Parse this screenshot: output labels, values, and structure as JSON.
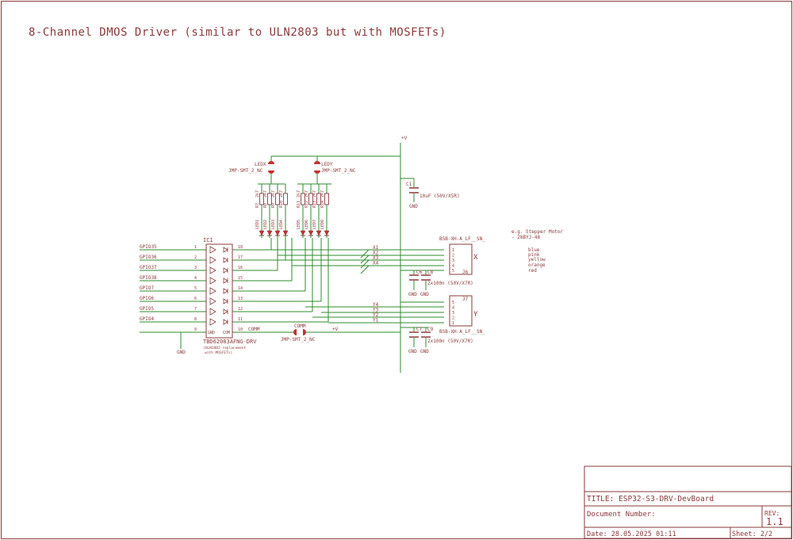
{
  "sheet_title": "8-Channel DMOS Driver (similar to ULN2803 but with MOSFETs)",
  "ic": {
    "ref": "IC1",
    "part": "TBD62083AFNG-DRV",
    "note1": "(ULN2803 replacement",
    "note2": "with MOSFETs)",
    "gnd_pin": "GND",
    "com_pin": "COM"
  },
  "inputs": [
    {
      "net": "GPIO35",
      "pin": "1",
      "out_pin": "18"
    },
    {
      "net": "GPIO36",
      "pin": "2",
      "out_pin": "17"
    },
    {
      "net": "GPIO37",
      "pin": "3",
      "out_pin": "16"
    },
    {
      "net": "GPIO38",
      "pin": "4",
      "out_pin": "15"
    },
    {
      "net": "GPIO7",
      "pin": "5",
      "out_pin": "14"
    },
    {
      "net": "GPIO6",
      "pin": "6",
      "out_pin": "13"
    },
    {
      "net": "GPIO5",
      "pin": "7",
      "out_pin": "12"
    },
    {
      "net": "GPIO4",
      "pin": "8",
      "out_pin": "11"
    }
  ],
  "gnd_pin_num": "9",
  "com_pin_num": "10",
  "gnd_label": "GND",
  "comm_net": "COMM",
  "vplus_label": "+V",
  "jumper_comm": {
    "name": "COMM",
    "part": "JMP-SMT_2_NC"
  },
  "jumper_x": {
    "name": "LEDX",
    "part": "JMP-SMT_2_NC"
  },
  "jumper_y": {
    "name": "LEDY",
    "part": "JMP-SMT_2_NC"
  },
  "resistors": [
    "R7",
    "R8",
    "R9",
    "R10",
    "R11",
    "R12",
    "R13",
    "R14"
  ],
  "resistor_value": "2k7",
  "leds": [
    "LED1",
    "LED2",
    "LED3",
    "LED4",
    "LED5",
    "LED6",
    "LED7",
    "LED8"
  ],
  "c1": {
    "ref": "C1",
    "value": "10uF (50V/X5R)",
    "gnd": "GND"
  },
  "c_pair_top": {
    "refs": [
      "C6",
      "C8"
    ],
    "value": "2x100n (50V/X7R)",
    "gnd": [
      "GND",
      "GND"
    ]
  },
  "c_pair_bot": {
    "refs": [
      "C7",
      "C9"
    ],
    "value": "2x100n (50V/X7R)",
    "gnd": [
      "GND",
      "GND"
    ]
  },
  "conn_x": {
    "part": "B5B-XH-A_LF__SN_",
    "ref": "J6",
    "label": "X",
    "nets": [
      "X1",
      "X2",
      "X3",
      "X4"
    ],
    "pins": [
      "1",
      "2",
      "3",
      "4",
      "5"
    ]
  },
  "conn_y": {
    "part": "B5B-XH-A_LF__SN_",
    "ref": "J7",
    "label": "Y",
    "nets": [
      "Y4",
      "Y3",
      "Y2",
      "Y1"
    ],
    "pins": [
      "5",
      "4",
      "3",
      "2",
      "1"
    ]
  },
  "motor_note": {
    "line1": "e.g. Stepper Motor",
    "line2": "28BYJ-48",
    "colors": [
      "blue",
      "pink",
      "yellow",
      "orange",
      "red"
    ]
  },
  "title_block": {
    "title": "TITLE:  ESP32-S3-DRV-DevBoard",
    "doc": "Document Number:",
    "rev_label": "REV:",
    "rev_value": "1.1",
    "date": "Date: 28.05.2025 01:11",
    "sheet": "Sheet: 2/2"
  },
  "colors": {
    "frame": "#8b3a3a",
    "wire": "#2e8b2e",
    "symbol": "#8b3a3a",
    "text": "#8b3a3a"
  }
}
